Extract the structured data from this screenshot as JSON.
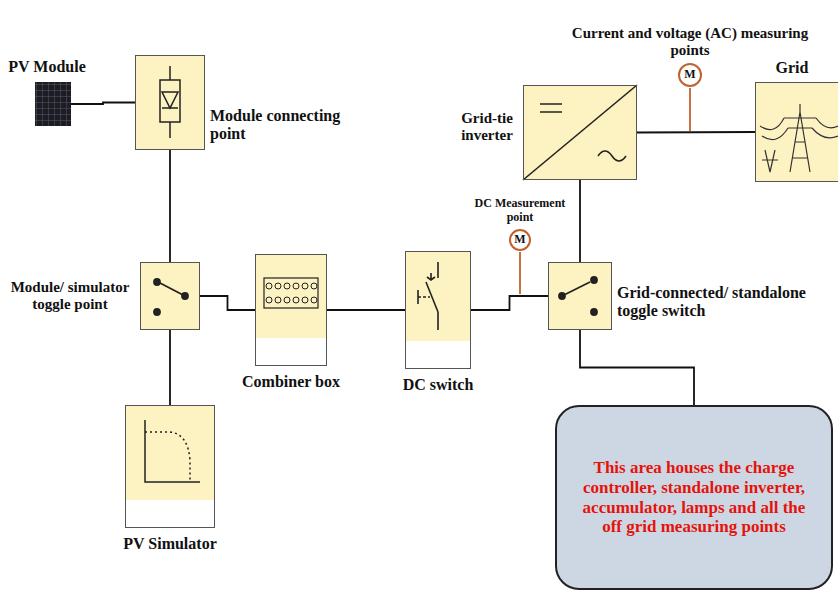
{
  "diagram": {
    "nodes": [
      {
        "text": [
          "PV Module"
        ]
      },
      {
        "text": [
          "Module connecting point"
        ]
      },
      {
        "text": [
          "Module/ simulator toggle point"
        ]
      },
      {
        "text": [
          "PV Simulator"
        ]
      },
      {
        "text": [
          "Combiner box"
        ]
      },
      {
        "text": [
          "DC switch"
        ]
      },
      {
        "text": [
          "DC Measurement point",
          "M"
        ]
      },
      {
        "text": [
          "Grid-connected/ standalone toggle switch"
        ]
      },
      {
        "text": [
          "Grid-tie inverter"
        ]
      },
      {
        "text": [
          "Current and voltage (AC) measuring points",
          "M"
        ]
      },
      {
        "text": [
          "Grid"
        ]
      },
      {
        "text": [
          "This area houses the charge controller, standalone inverter, accumulator, lamps and all the off grid measuring points"
        ]
      }
    ],
    "edges": [
      {
        "from": 0,
        "to": 1,
        "arrow": "none"
      },
      {
        "from": 1,
        "to": 2,
        "arrow": "none"
      },
      {
        "from": 3,
        "to": 2,
        "arrow": "none"
      },
      {
        "from": 2,
        "to": 4,
        "arrow": "none"
      },
      {
        "from": 4,
        "to": 5,
        "arrow": "none"
      },
      {
        "from": 5,
        "to": 7,
        "arrow": "none"
      },
      {
        "from": 7,
        "to": 8,
        "arrow": "none"
      },
      {
        "from": 8,
        "to": 10,
        "arrow": "none"
      },
      {
        "from": 7,
        "to": 11,
        "arrow": "none"
      }
    ]
  }
}
